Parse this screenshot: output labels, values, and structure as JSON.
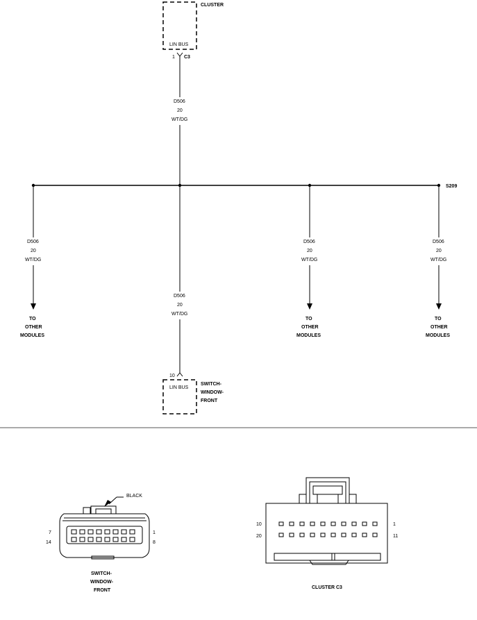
{
  "modules": {
    "cluster": {
      "name": "CLUSTER",
      "pin_label": "LIN BUS",
      "pin": "1",
      "connector": "C3"
    },
    "switch": {
      "name_lines": [
        "SWITCH-",
        "WINDOW-",
        "FRONT"
      ],
      "pin_label": "LIN BUS",
      "pin": "10"
    }
  },
  "wire": {
    "circuit": "D506",
    "gauge": "20",
    "color": "WT/DG"
  },
  "splice": {
    "name": "S209"
  },
  "destination": {
    "lines": [
      "TO",
      "OTHER",
      "MODULES"
    ]
  },
  "connector_views": {
    "switch": {
      "tag": "BLACK",
      "pins_left": [
        "7",
        "14"
      ],
      "pins_right": [
        "1",
        "8"
      ],
      "caption_lines": [
        "SWITCH-",
        "WINDOW-",
        "FRONT"
      ]
    },
    "cluster": {
      "pins_left": [
        "10",
        "20"
      ],
      "pins_right": [
        "1",
        "11"
      ],
      "caption": "CLUSTER C3"
    }
  }
}
